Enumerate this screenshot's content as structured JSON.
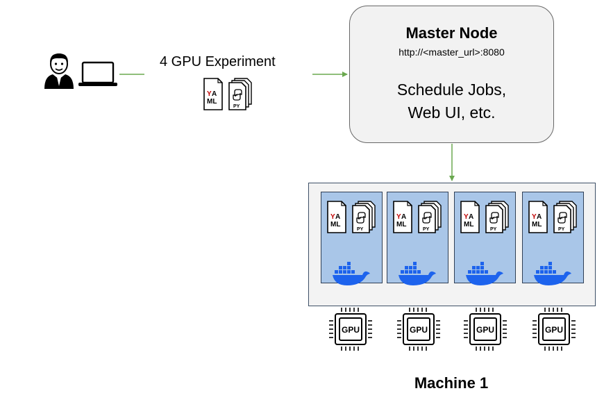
{
  "experiment": {
    "label": "4 GPU Experiment"
  },
  "master": {
    "title": "Master Node",
    "url": "http://<master_url>:8080",
    "desc_line1": "Schedule Jobs,",
    "desc_line2": "Web UI, etc."
  },
  "files": {
    "yaml_top": "YA",
    "yaml_bottom": "ML",
    "py": "PY"
  },
  "gpu_label": "GPU",
  "machine": {
    "label": "Machine 1"
  },
  "colors": {
    "arrow": "#6aa84f",
    "container": "#a9c6e8",
    "docker": "#1d63ed",
    "master_bg": "#f2f2f2"
  }
}
